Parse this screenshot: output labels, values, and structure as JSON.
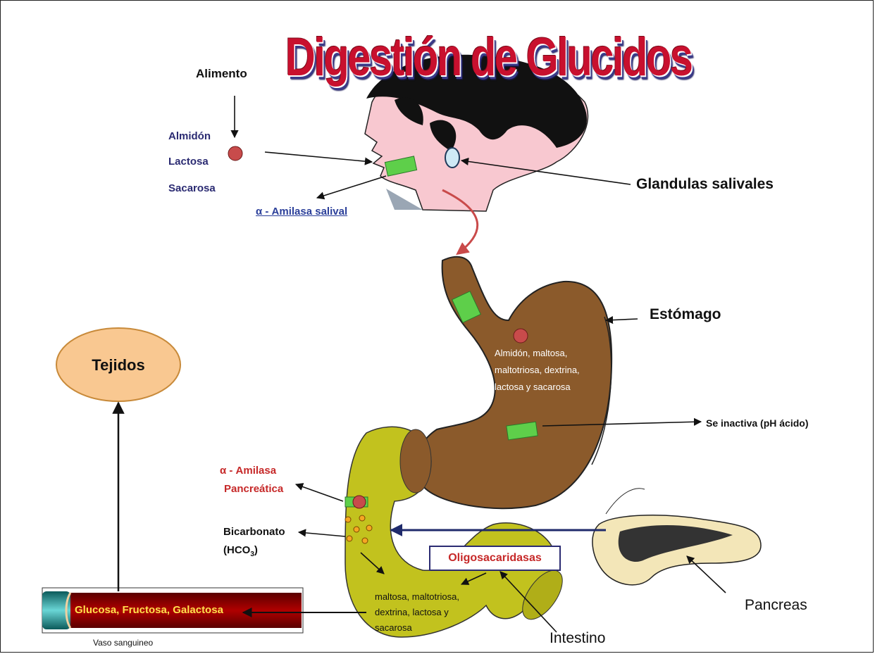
{
  "title": "Digestión de Glucidos",
  "labels": {
    "alimento": "Alimento",
    "almidon": "Almidón",
    "lactosa": "Lactosa",
    "sacarosa": "Sacarosa",
    "amilasa_salival": "α - Amilasa salival",
    "glandulas": "Glandulas salivales",
    "estomago": "Estómago",
    "stomach_content": [
      "Almidón, maltosa,",
      "maltotriosa, dextrina,",
      "lactosa y sacarosa"
    ],
    "se_inactiva": "Se inactiva (pH ácido)",
    "tejidos": "Tejidos",
    "amilasa_pancreatica_1": "α - Amilasa",
    "amilasa_pancreatica_2": "Pancreática",
    "bicarbonato_1": "Bicarbonato",
    "bicarbonato_2": "(HCO",
    "bicarbonato_sub": "3",
    "bicarbonato_3": ")",
    "oligosacaridasas": "Oligosacaridasas",
    "intestine_content": [
      "maltosa, maltotriosa,",
      "dextrina, lactosa y",
      "sacarosa"
    ],
    "glucosa": "Glucosa, Fructosa, Galactosa",
    "vaso": "Vaso sanguineo",
    "intestino": "Intestino",
    "pancreas": "Pancreas"
  },
  "colors": {
    "title_red": "#c8102e",
    "stomach": "#8b5a2b",
    "intestine": "#c2c21e",
    "enzyme_green": "#5ecf4a",
    "tejidos_fill": "#f9c891",
    "vessel_red": "#a80000",
    "label_red": "#c62828",
    "label_navy": "#2b2b72"
  }
}
